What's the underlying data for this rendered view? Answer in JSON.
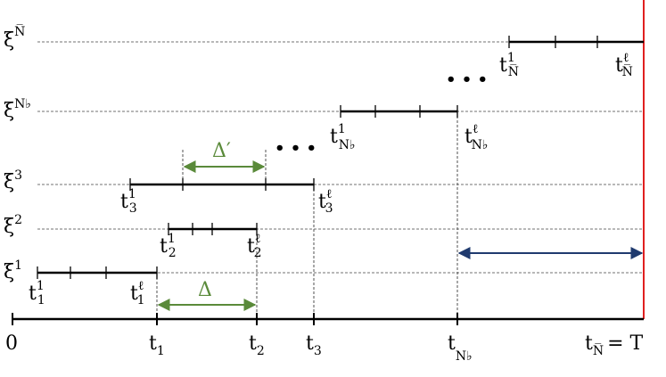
{
  "rows": [
    {
      "xi_base": "ξ",
      "xi_sup": "1",
      "start_base": "t",
      "start_sub": "1",
      "start_sup": "1",
      "end_base": "t",
      "end_sub": "1",
      "end_sup": "ℓ"
    },
    {
      "xi_base": "ξ",
      "xi_sup": "2",
      "start_base": "t",
      "start_sub": "2",
      "start_sup": "1",
      "end_base": "t",
      "end_sub": "2",
      "end_sup": "ℓ"
    },
    {
      "xi_base": "ξ",
      "xi_sup": "3",
      "start_base": "t",
      "start_sub": "3",
      "start_sup": "1",
      "end_base": "t",
      "end_sub": "3",
      "end_sup": "ℓ"
    },
    {
      "xi_base": "ξ",
      "xi_sup": "N♭",
      "start_base": "t",
      "start_sub": "N♭",
      "start_sup": "1",
      "end_base": "t",
      "end_sub": "N♭",
      "end_sup": "ℓ"
    },
    {
      "xi_base": "ξ",
      "xi_sup": "N̅",
      "start_base": "t",
      "start_sub": "N̅",
      "start_sup": "1",
      "end_base": "t",
      "end_sub": "N̅",
      "end_sup": "ℓ"
    }
  ],
  "axis": {
    "zero": "0",
    "ticks": [
      {
        "base": "t",
        "sub": "1"
      },
      {
        "base": "t",
        "sub": "2"
      },
      {
        "base": "t",
        "sub": "3"
      },
      {
        "base": "t",
        "sub": "N♭"
      }
    ],
    "end_base": "t",
    "end_sub": "N̅",
    "end_eq": "= T"
  },
  "annotations": {
    "delta": "Δ",
    "delta_prime": "Δ′",
    "ellipsis": "• • •"
  },
  "colors": {
    "green": "#5a8a3a",
    "red": "#e02020",
    "navy": "#1f3a6e",
    "grid": "#707070"
  }
}
